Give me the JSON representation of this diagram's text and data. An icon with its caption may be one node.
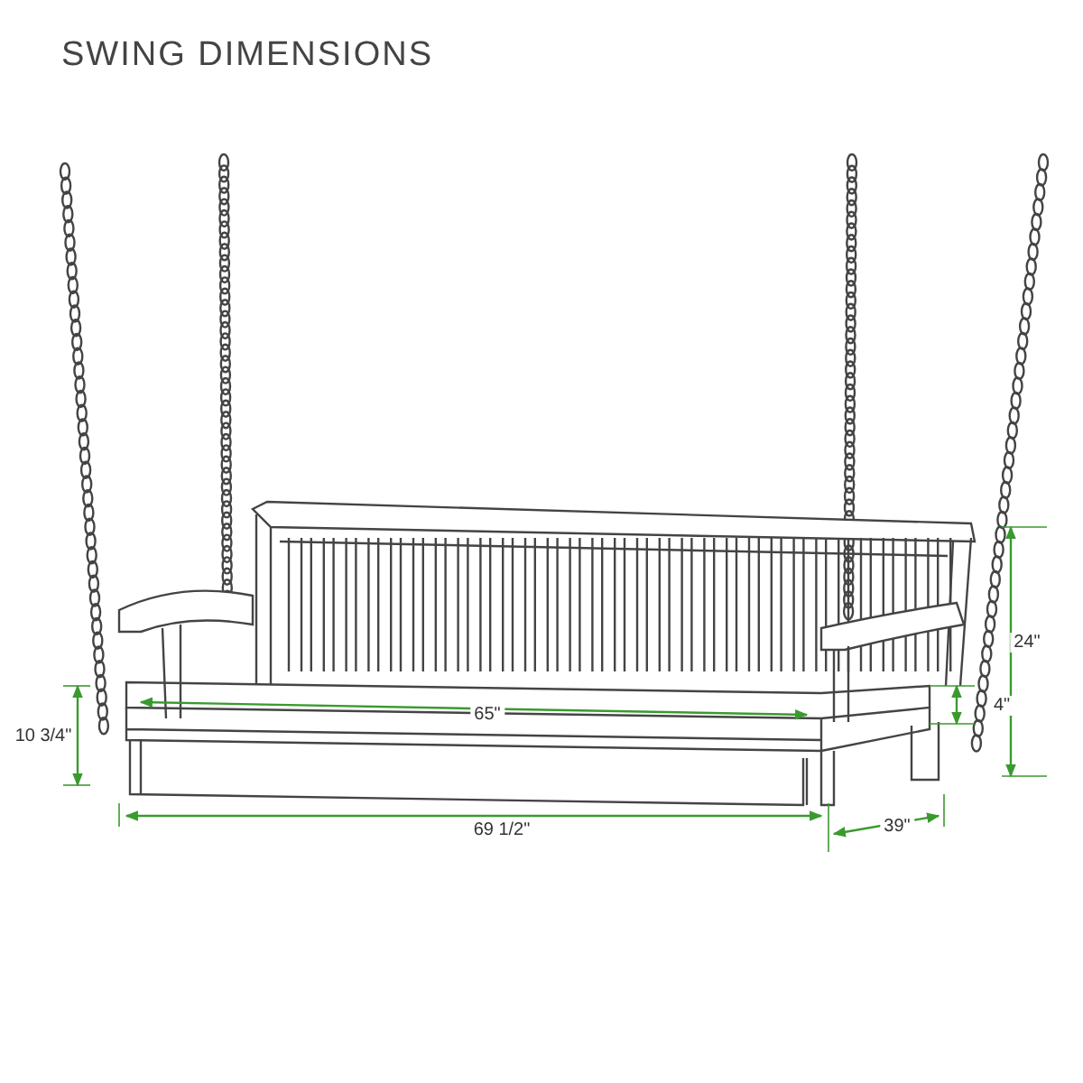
{
  "diagram": {
    "title": "SWING DIMENSIONS",
    "labels": [
      "24\"",
      "4\"",
      "65\"",
      "10 3/4\"",
      "69 1/2\"",
      "39\""
    ]
  }
}
